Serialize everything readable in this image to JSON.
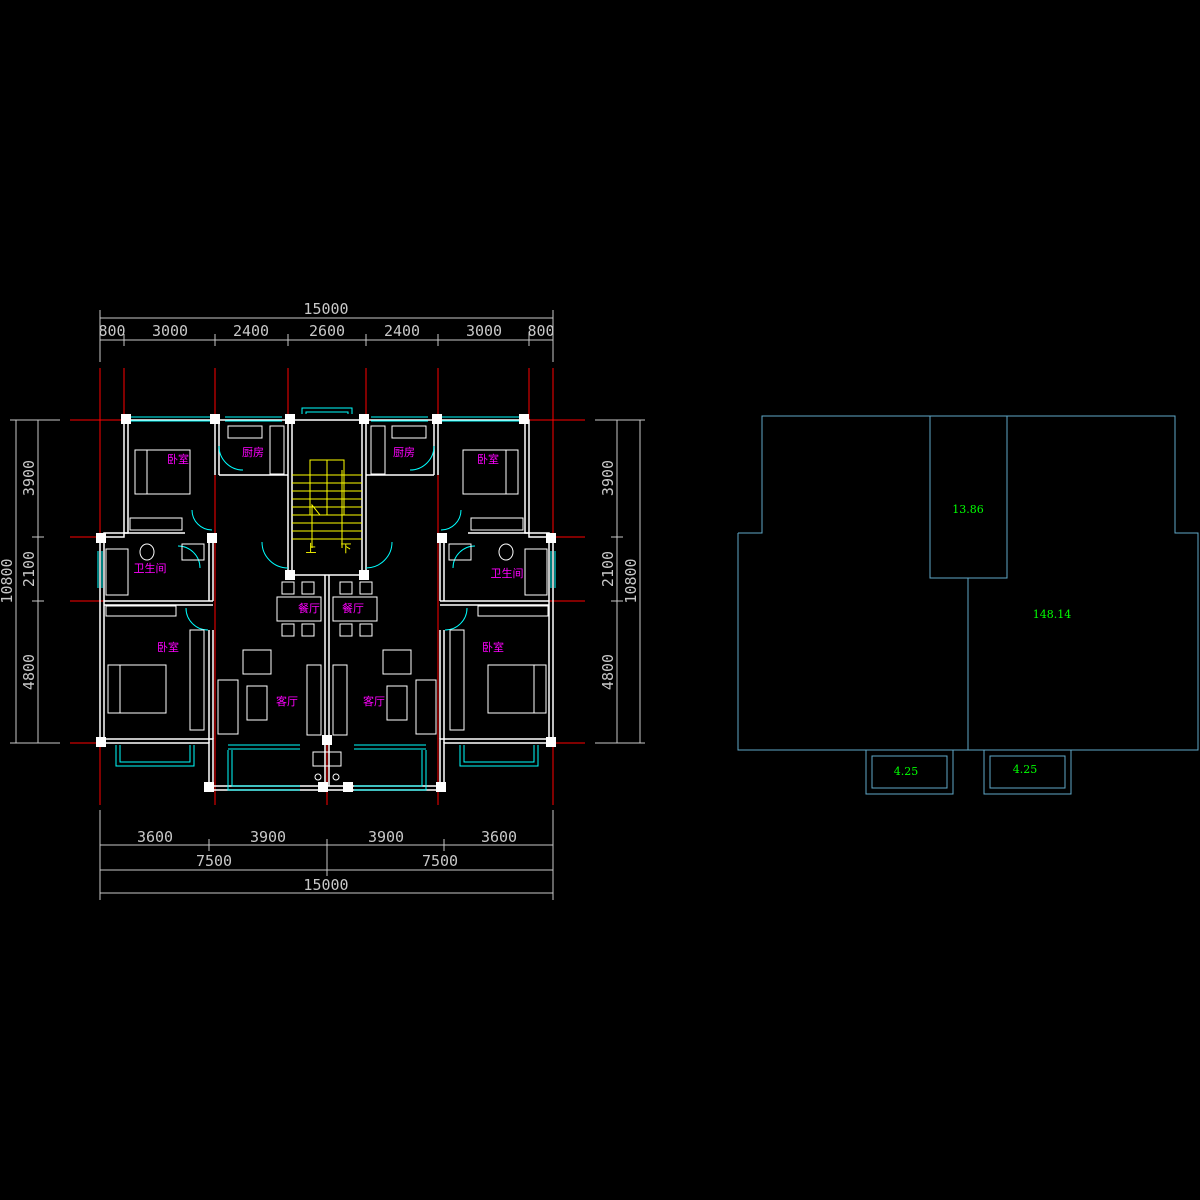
{
  "colors": {
    "background": "#000000",
    "wall": "#ffffff",
    "axis": "#ff0000",
    "dimension": "#c8c8c8",
    "room_label": "#ff00ff",
    "window": "#00ffff",
    "furniture": "#ffffff",
    "stair": "#ffff00",
    "outline": "#5fa8c8",
    "area_label": "#00ff00"
  },
  "plan": {
    "top_total": "15000",
    "top_segments": [
      "800",
      "3000",
      "2400",
      "2600",
      "2400",
      "3000",
      "800"
    ],
    "bottom_segments": [
      "3600",
      "3900",
      "3900",
      "3600"
    ],
    "bottom_halves": [
      "7500",
      "7500"
    ],
    "bottom_total": "15000",
    "left_segments": [
      "3900",
      "2100",
      "4800"
    ],
    "left_total": "10800",
    "right_segments": [
      "3900",
      "2100",
      "4800"
    ],
    "right_total": "10800",
    "rooms": {
      "kitchen_left": "厨房",
      "kitchen_right": "厨房",
      "bedroom_tl": "卧室",
      "bedroom_tr": "卧室",
      "bath_left": "卫生间",
      "bath_right": "卫生间",
      "dining_left": "餐厅",
      "dining_right": "餐厅",
      "bedroom_bl": "卧室",
      "bedroom_br": "卧室",
      "living_left": "客厅",
      "living_right": "客厅"
    },
    "stair_up": "上",
    "stair_down": "下"
  },
  "area_diagram": {
    "stair_area": "13.86",
    "main_area": "148.14",
    "balcony_left": "4.25",
    "balcony_right": "4.25"
  }
}
